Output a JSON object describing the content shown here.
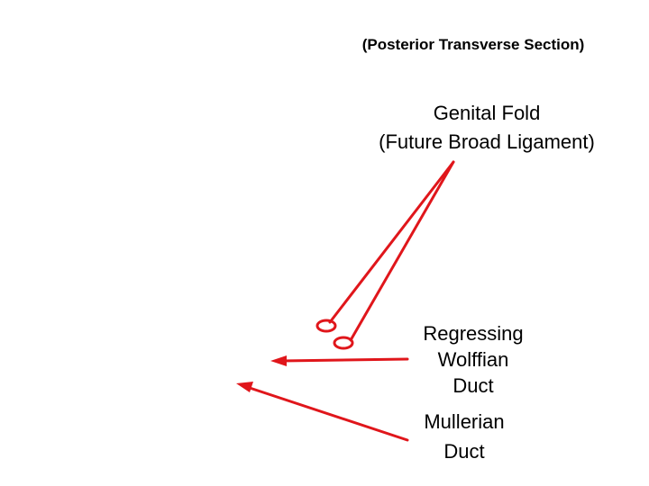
{
  "subtitle": "(Posterior Transverse Section)",
  "genital_fold": {
    "line1": "Genital Fold",
    "line2": "(Future Broad Ligament)"
  },
  "wolffian": {
    "line1": "Regressing",
    "line2": "Wolffian",
    "line3": "Duct"
  },
  "mullerian": {
    "line1": "Mullerian",
    "line2": "Duct"
  },
  "colors": {
    "accent": "#e0161b",
    "text": "#000000",
    "background": "#ffffff"
  }
}
